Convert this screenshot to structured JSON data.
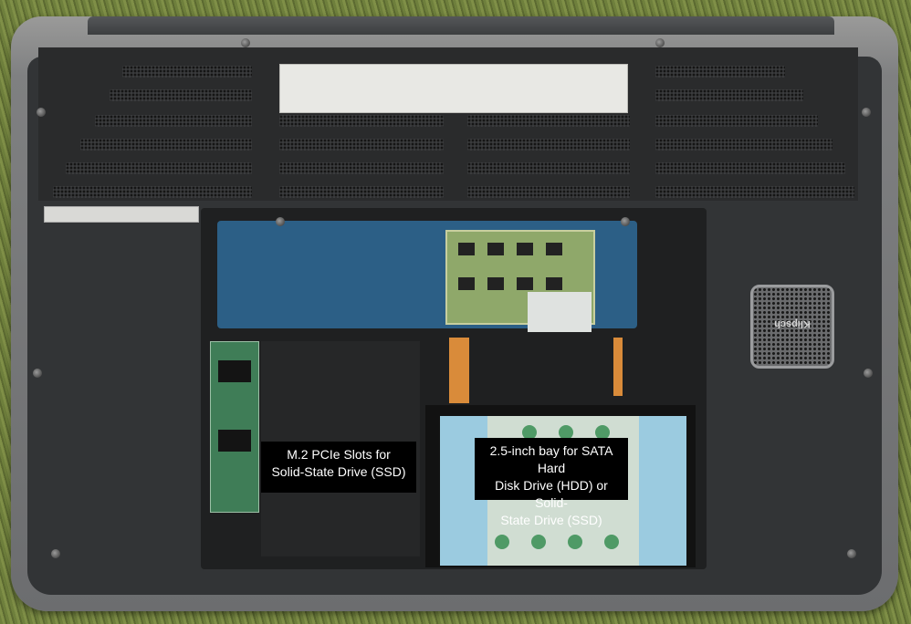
{
  "photo": {
    "subject": "laptop underside with bottom panel removed"
  },
  "annotations": {
    "m2_label": "M.2 PCIe Slots for\nSolid-State Drive (SSD)",
    "hdd_label": "2.5-inch bay for SATA Hard\nDisk Drive (HDD) or Solid-\nState Drive (SSD)"
  },
  "speaker": {
    "brand": "Klipsch"
  },
  "colors": {
    "grass": "#6d7b3c",
    "chassis": "#323436",
    "callout_bg": "#000000",
    "callout_text": "#ffffff"
  }
}
